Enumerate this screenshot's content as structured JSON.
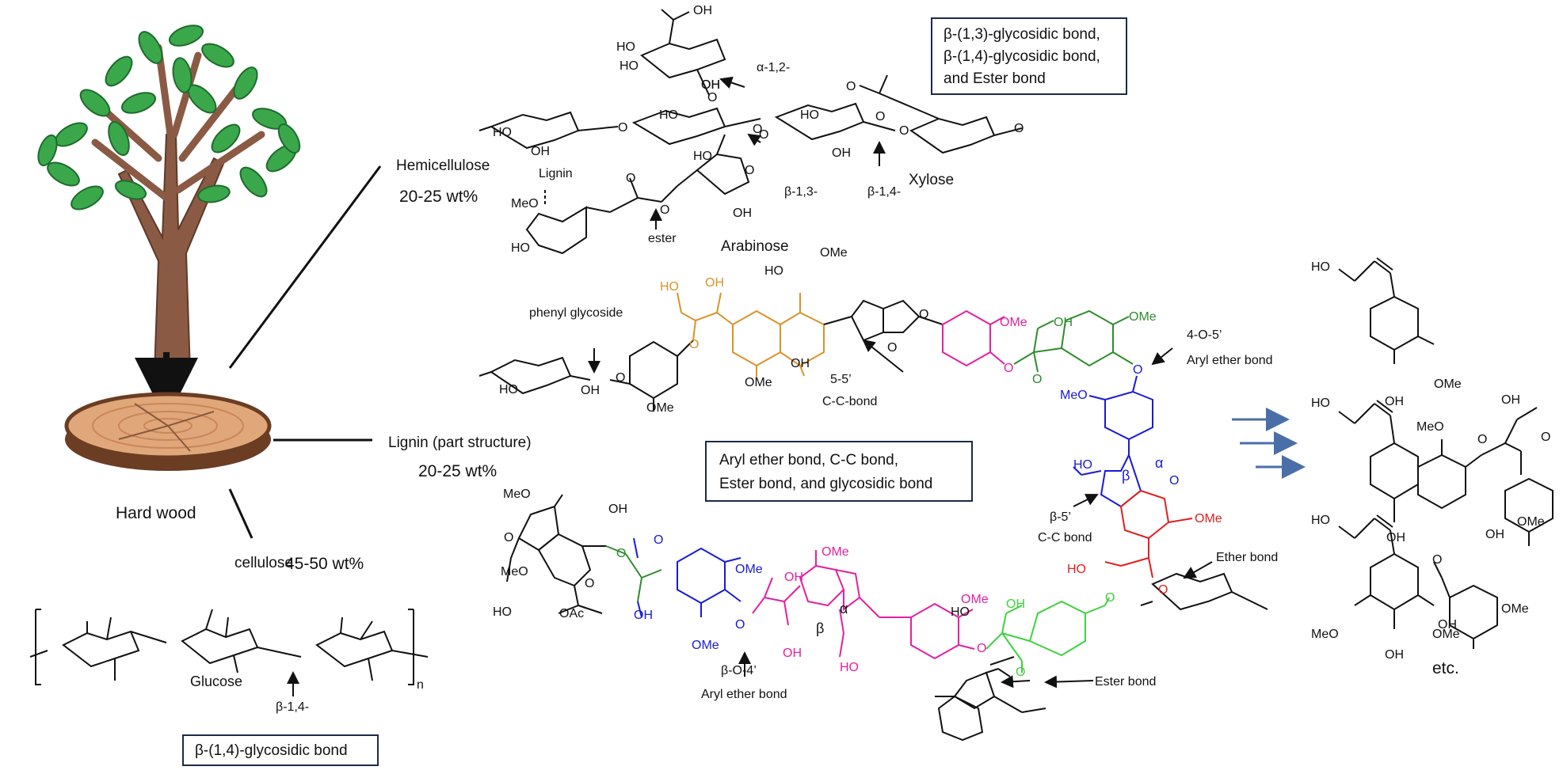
{
  "colors": {
    "ink": "#111111",
    "orange": "#d9932a",
    "magenta": "#e3209f",
    "green": "#2e8b2e",
    "lime": "#3fd13f",
    "blue": "#1a1ad6",
    "red": "#e0201f",
    "arrow_blue": "#4a6fa8",
    "box_border": "#1c2a4a",
    "tree_trunk": "#8a5a44",
    "leaf": "#3aa84a",
    "wood_ring": "#e0a77a",
    "bark": "#6b3d22"
  },
  "left": {
    "hemicellulose": "Hemicellulose",
    "hemicellulose_wt": "20-25 wt%",
    "lignin": "Lignin (part structure)",
    "lignin_wt": "20-25 wt%",
    "hardwood": "Hard wood",
    "cellulose": "cellulose",
    "cellulose_wt": "45-50 wt%"
  },
  "cellulose_structure": {
    "glucose": "Glucose",
    "bond_position": "β-1,4-",
    "bond_box": "β-(1,4)-glycosidic bond",
    "repeat": "n"
  },
  "hemicellulose_structure": {
    "box_lines": [
      "β-(1,3)-glycosidic bond,",
      "β-(1,4)-glycosidic bond,",
      "and Ester bond"
    ],
    "alpha12": "α-1,2-",
    "beta13": "β-1,3-",
    "beta14": "β-1,4-",
    "xylose": "Xylose",
    "arabinose": "Arabinose",
    "ester": "ester",
    "lignin_tag": "Lignin",
    "atoms": {
      "cooh": "OH",
      "ho1": "HO",
      "ho2": "HO",
      "oh1": "OH",
      "ho3": "HO",
      "oh2": "OH",
      "ho4": "HO",
      "oh3": "OH",
      "ho5": "HO",
      "oh4": "OH",
      "ho6": "HO",
      "oh5": "OH",
      "meo": "MeO",
      "ho7": "HO",
      "o1": "O",
      "o2": "O",
      "o3": "O",
      "o4": "O",
      "o5": "O",
      "o6": "O",
      "o7": "O",
      "o8": "O",
      "o9": "O",
      "o10": "O",
      "o11": "O"
    }
  },
  "lignin_structure": {
    "box_lines": [
      "Aryl ether bond, C-C bond,",
      "Ester bond, and glycosidic bond"
    ],
    "phenyl_glycoside": "phenyl glycoside",
    "bond_55": "5-5’",
    "cc_bond": "C-C-bond",
    "bond_4o5": "4-O-5’",
    "aryl_ether": "Aryl ether bond",
    "bond_b5": "β-5’",
    "cc_bond2": "C-C bond",
    "ether_bond": "Ether bond",
    "bond_bo4": "β-O-4’",
    "aryl_ether2": "Aryl ether bond",
    "ester_bond": "Ester bond",
    "alpha": "α",
    "beta": "β",
    "atoms": {
      "ome": "OMe",
      "oh": "OH",
      "ho": "HO",
      "meo": "MeO",
      "o": "O",
      "oac": "OAc"
    }
  },
  "products": {
    "etc": "etc.",
    "atoms": {
      "ho": "HO",
      "oh": "OH",
      "ome": "OMe",
      "meo": "MeO",
      "o": "O"
    }
  }
}
